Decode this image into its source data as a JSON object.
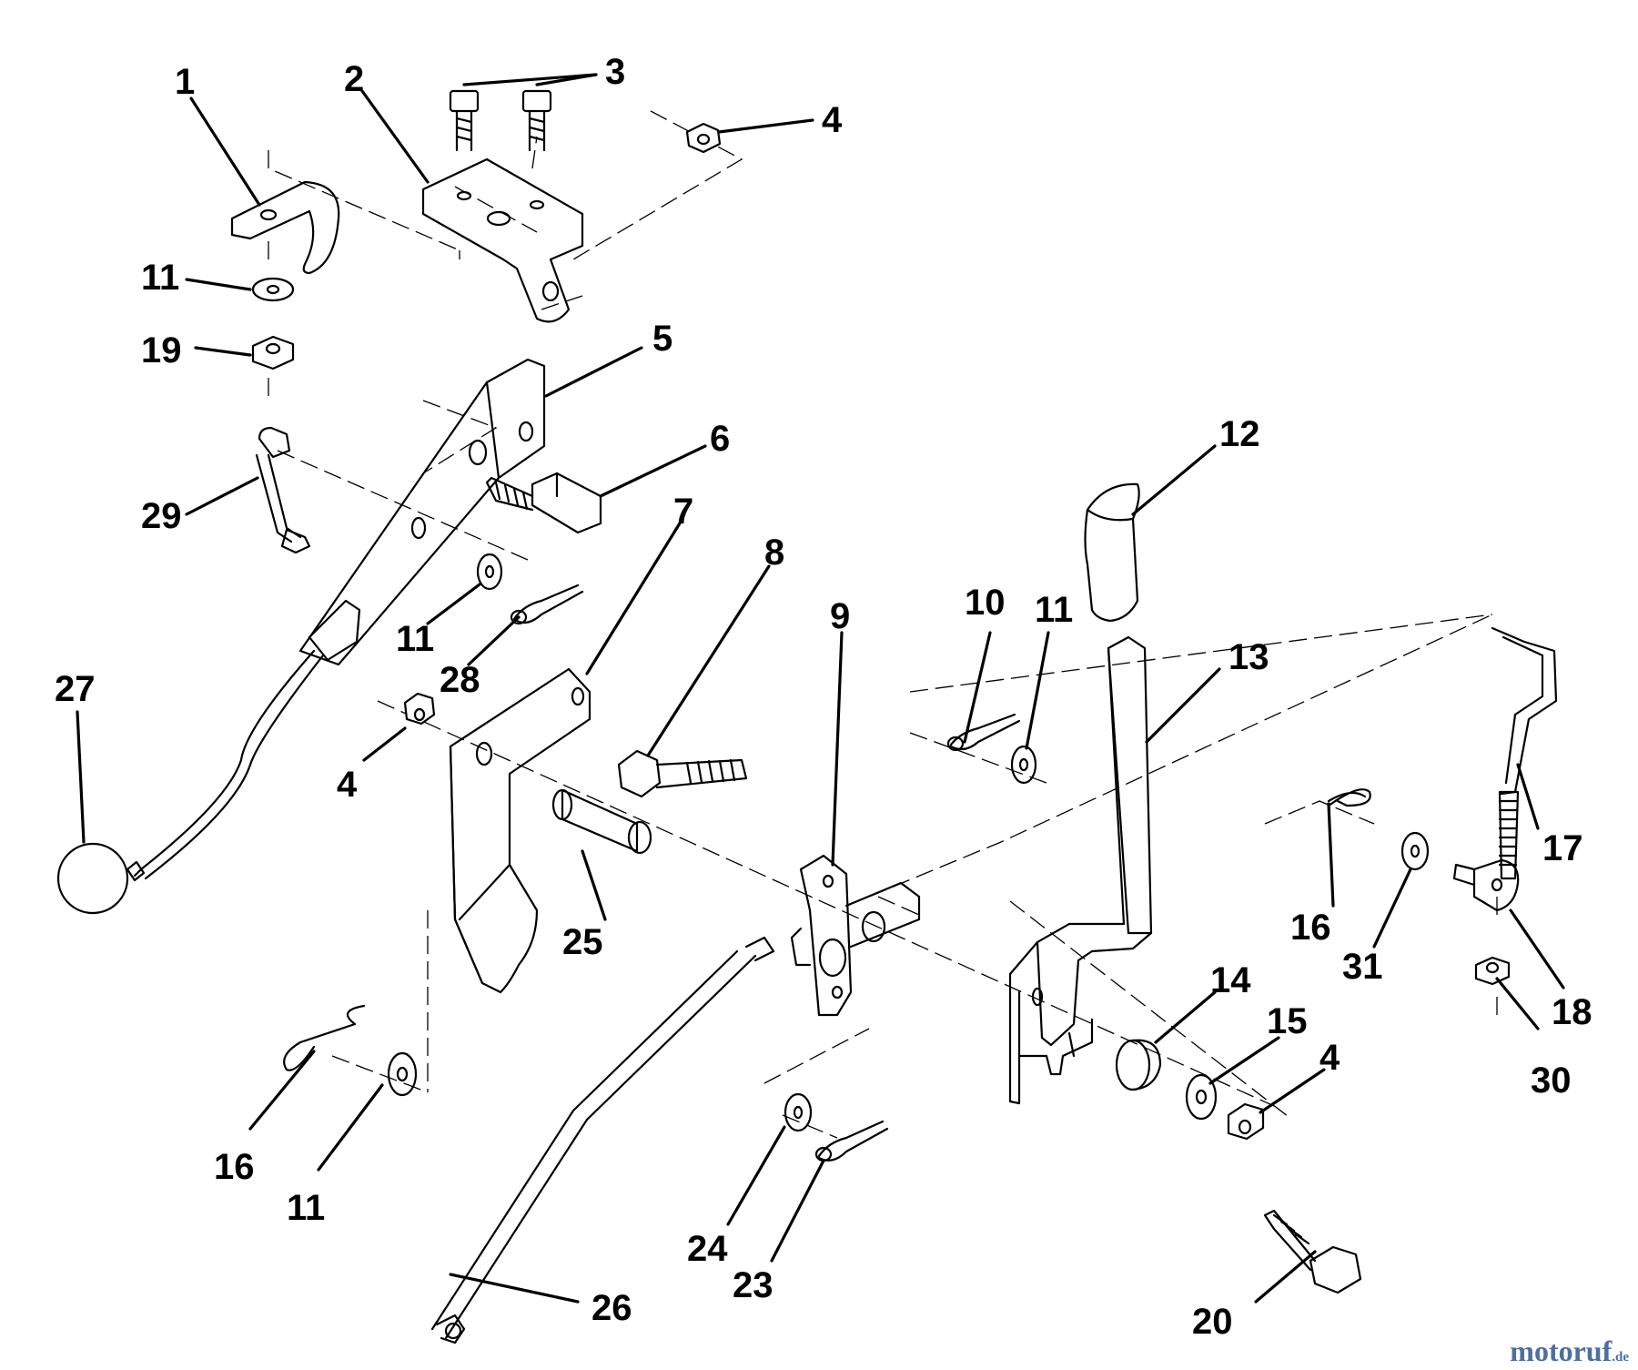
{
  "callouts": [
    {
      "n": "1"
    },
    {
      "n": "2"
    },
    {
      "n": "3"
    },
    {
      "n": "4"
    },
    {
      "n": "5"
    },
    {
      "n": "6"
    },
    {
      "n": "7"
    },
    {
      "n": "8"
    },
    {
      "n": "9"
    },
    {
      "n": "10"
    },
    {
      "n": "11"
    },
    {
      "n": "12"
    },
    {
      "n": "13"
    },
    {
      "n": "14"
    },
    {
      "n": "15"
    },
    {
      "n": "16"
    },
    {
      "n": "17"
    },
    {
      "n": "18"
    },
    {
      "n": "19"
    },
    {
      "n": "20"
    },
    {
      "n": "23"
    },
    {
      "n": "24"
    },
    {
      "n": "25"
    },
    {
      "n": "26"
    },
    {
      "n": "27"
    },
    {
      "n": "28"
    },
    {
      "n": "29"
    },
    {
      "n": "30"
    },
    {
      "n": "31"
    }
  ],
  "watermark": {
    "brand": "motoruf",
    "suffix": ".de"
  },
  "colors": {
    "line": "#000000",
    "background": "#ffffff",
    "watermark": "#4d6f9f"
  }
}
